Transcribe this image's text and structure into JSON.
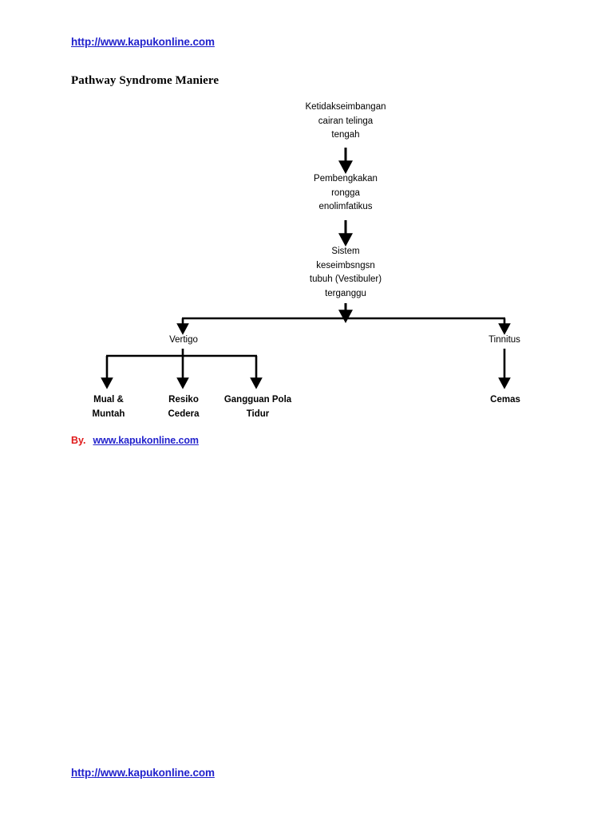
{
  "document": {
    "top_link": "http://www.kapukonline.com",
    "title": "Pathway Syndrome Maniere",
    "byline_label": "By.",
    "byline_link": "www.kapukonline.com",
    "footer_link": "http://www.kapukonline.com"
  },
  "colors": {
    "link": "#2222cc",
    "byline_label": "#e01b1b",
    "connector": "#000000",
    "text": "#000000",
    "background": "#ffffff"
  },
  "chart_data": {
    "type": "diagram",
    "title": "Pathway Syndrome Maniere",
    "orientation": "top-down",
    "nodes": [
      {
        "id": "imbalance",
        "label": "Ketidakseimbangan\ncairan telinga\ntengah",
        "level": 0
      },
      {
        "id": "swelling",
        "label": "Pembengkakan\nrongga\nenolimfatikus",
        "level": 1
      },
      {
        "id": "system",
        "label": "Sistem\nkeseimbsngsn\ntubuh (Vestibuler)\nterganggu",
        "level": 2
      },
      {
        "id": "vertigo",
        "label": "Vertigo",
        "level": 3
      },
      {
        "id": "tinnitus",
        "label": "Tinnitus",
        "level": 3
      },
      {
        "id": "nausea",
        "label": "Mual &\nMuntah",
        "level": 4
      },
      {
        "id": "injury",
        "label": "Resiko\nCedera",
        "level": 4
      },
      {
        "id": "sleep",
        "label": "Gangguan Pola\nTidur",
        "level": 4
      },
      {
        "id": "anxiety",
        "label": "Cemas",
        "level": 4
      }
    ],
    "edges": [
      {
        "from": "imbalance",
        "to": "swelling",
        "style": "arrow"
      },
      {
        "from": "swelling",
        "to": "system",
        "style": "arrow"
      },
      {
        "from": "system",
        "to": "vertigo",
        "style": "arrow"
      },
      {
        "from": "system",
        "to": "tinnitus",
        "style": "arrow"
      },
      {
        "from": "vertigo",
        "to": "nausea",
        "style": "arrow"
      },
      {
        "from": "vertigo",
        "to": "injury",
        "style": "arrow"
      },
      {
        "from": "vertigo",
        "to": "sleep",
        "style": "arrow"
      },
      {
        "from": "tinnitus",
        "to": "anxiety",
        "style": "arrow"
      }
    ]
  }
}
